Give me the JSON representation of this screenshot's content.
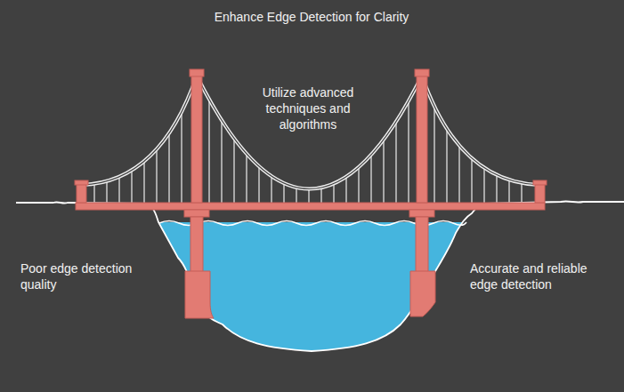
{
  "diagram": {
    "title": "Enhance Edge Detection for Clarity",
    "labels": [
      "Utilize advanced techniques and algorithms",
      "Poor edge detection quality",
      "Accurate and reliable edge detection"
    ]
  }
}
